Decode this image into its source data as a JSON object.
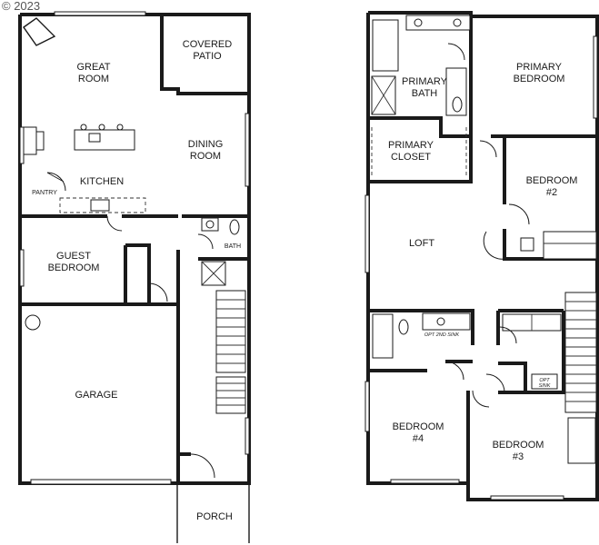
{
  "copyright": "© 2023",
  "first_floor": {
    "great_room": [
      "GREAT",
      "ROOM"
    ],
    "covered_patio": [
      "COVERED",
      "PATIO"
    ],
    "dining_room": [
      "DINING",
      "ROOM"
    ],
    "kitchen": "KITCHEN",
    "pantry": "PANTRY",
    "bath": "BATH",
    "guest_bedroom": [
      "GUEST",
      "BEDROOM"
    ],
    "garage": "GARAGE",
    "porch": "PORCH"
  },
  "second_floor": {
    "primary_bath": [
      "PRIMARY",
      "BATH"
    ],
    "primary_bedroom": [
      "PRIMARY",
      "BEDROOM"
    ],
    "primary_closet": [
      "PRIMARY",
      "CLOSET"
    ],
    "bedroom_2": [
      "BEDROOM",
      "#2"
    ],
    "loft": "LOFT",
    "opt_2nd_sink": "OPT 2ND SINK",
    "opt_sink": [
      "OPT",
      "SINK"
    ],
    "bedroom_4": [
      "BEDROOM",
      "#4"
    ],
    "bedroom_3": [
      "BEDROOM",
      "#3"
    ]
  }
}
